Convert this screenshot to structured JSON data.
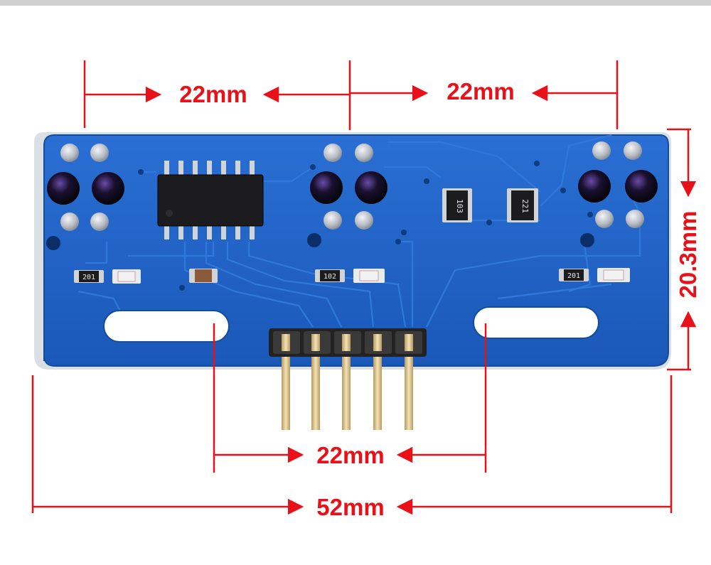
{
  "colors": {
    "dimension": "#e8111a",
    "board": "#1f63c8",
    "board_dark": "#144d9e",
    "trace": "#2f79da",
    "pad": "#c8ccd2",
    "ic": "#1c1c1e",
    "header": "#222222",
    "pin": "#e6cf9a"
  },
  "dimensions": {
    "top_left": "22mm",
    "top_right": "22mm",
    "bottom_inner": "22mm",
    "bottom_total": "52mm",
    "height": "20.3mm"
  },
  "component_markings": {
    "resistor_array_1": "103",
    "resistor_array_2": "221",
    "resistor_left": "201",
    "resistor_center": "102",
    "resistor_right": "201"
  }
}
